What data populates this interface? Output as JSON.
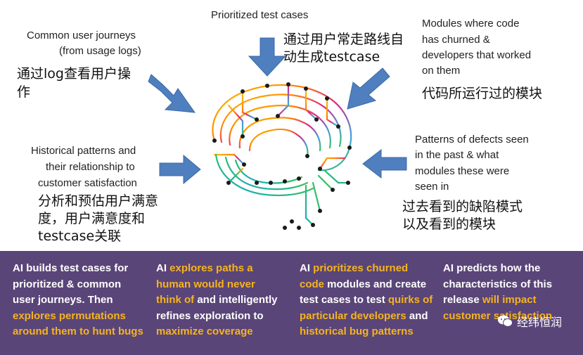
{
  "top_label": "Prioritized test cases",
  "top_zh_1": "通过用户常走路线自",
  "top_zh_2": "动生成testcase",
  "left_top": {
    "line1": "Common user journeys",
    "line2": "(from usage logs)",
    "zh1": "通过log查看用户操",
    "zh2": "作"
  },
  "left_bottom": {
    "line1": "Historical patterns and",
    "line2": "their relationship to",
    "line3": "customer satisfaction",
    "zh1": "分析和预估用户满意",
    "zh2": "度，用户满意度和",
    "zh3": "testcase关联"
  },
  "right_top": {
    "line1": "Modules where code",
    "line2": "has churned &",
    "line3": "developers that worked",
    "line4": "on them",
    "zh1": "代码所运行过的模块"
  },
  "right_bottom": {
    "line1": "Patterns of defects seen",
    "line2": "in the past & what",
    "line3": "modules these were",
    "line4": "seen in",
    "zh1": "过去看到的缺陷模式",
    "zh2": "以及看到的模块"
  },
  "band": {
    "col1": {
      "p1": "AI builds test cases for prioritized & common user journeys. Then ",
      "h1": "explores permutations around them to hunt bugs"
    },
    "col2": {
      "p1": "AI ",
      "h1": "explores paths a human would never think of",
      "p2": " and intelligently refines exploration to ",
      "h2": "maximize coverage"
    },
    "col3": {
      "p1": "AI ",
      "h1": "prioritizes churned code",
      "p2": " modules and create test cases to test ",
      "h2": "quirks of particular developers",
      "p3": " and ",
      "h3": "historical bug patterns"
    },
    "col4": {
      "p1": "AI predicts how the characteristics of this release ",
      "h1": "will impact customer satisfaction"
    }
  },
  "watermark": "经纬恒润",
  "colors": {
    "arrow": "#4f7fbf",
    "band": "#5a4579",
    "highlight": "#f5b41e"
  }
}
